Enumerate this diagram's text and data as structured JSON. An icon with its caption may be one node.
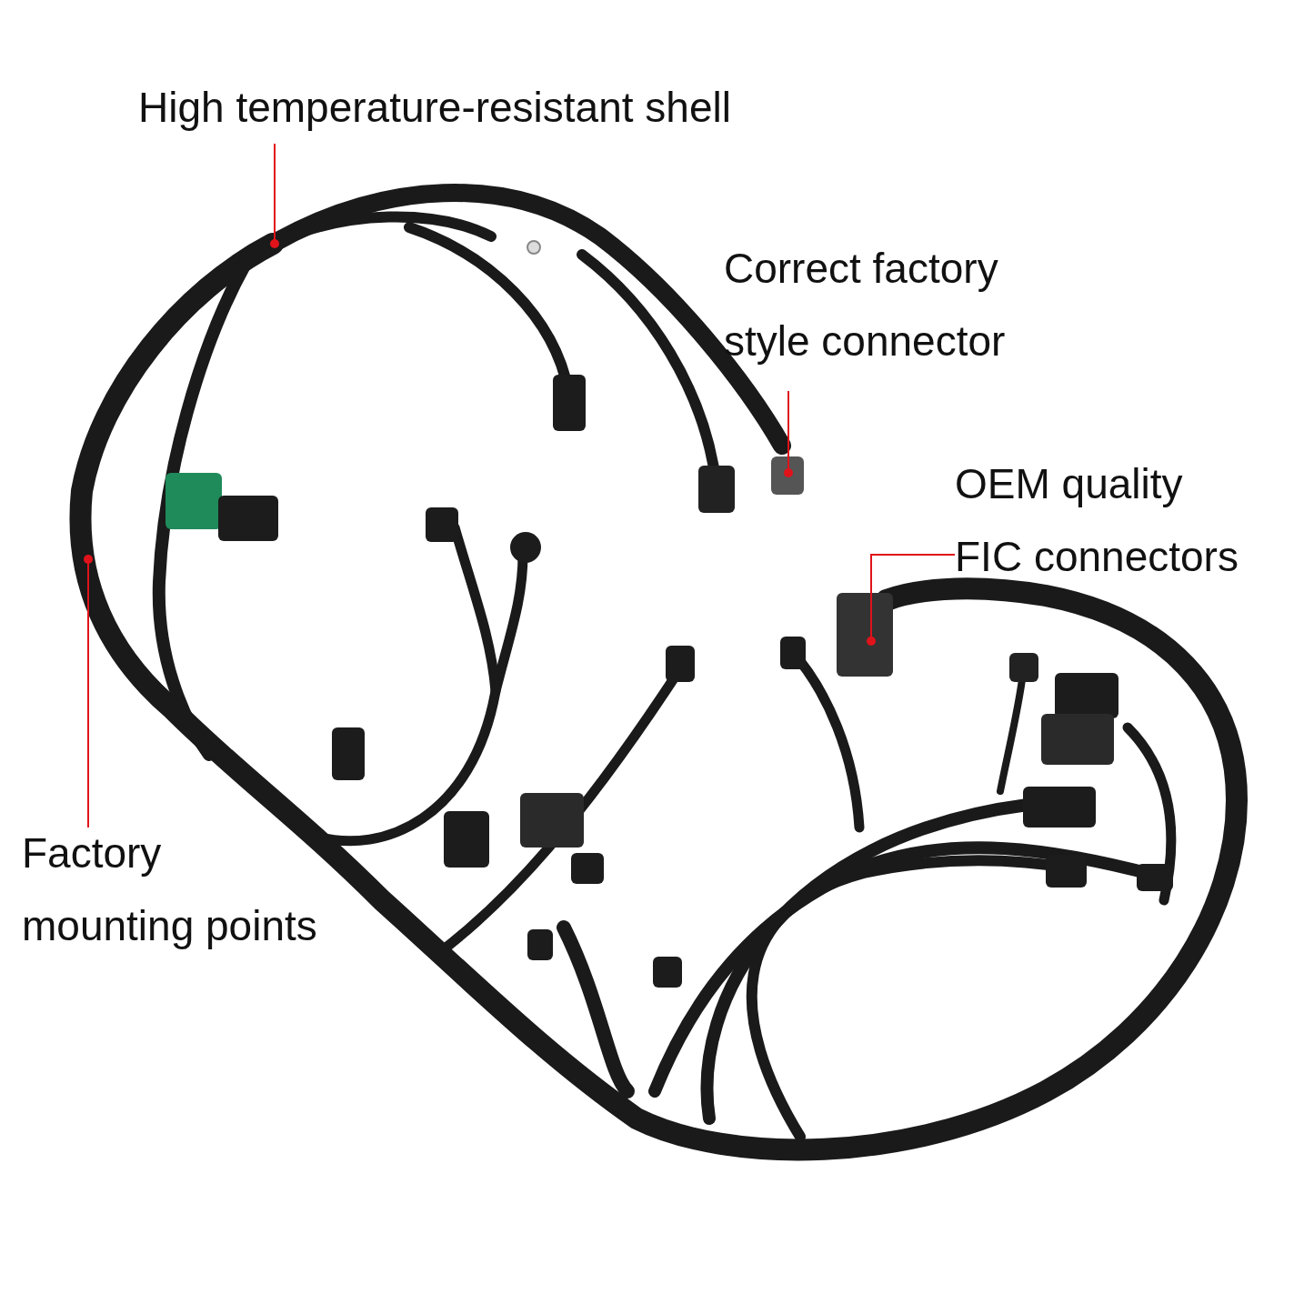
{
  "diagram": {
    "nodes": [
      {
        "text": [
          "High temperature-resistant shell"
        ]
      },
      {
        "text": [
          "Correct factory style connector"
        ]
      },
      {
        "text": [
          "OEM quality FIC connectors"
        ]
      },
      {
        "text": [
          "Factory mounting points"
        ]
      }
    ],
    "edges": [
      {
        "from": 0,
        "to": null,
        "arrow": "other"
      },
      {
        "from": 1,
        "to": null,
        "arrow": "other"
      },
      {
        "from": 2,
        "to": null,
        "arrow": "other"
      },
      {
        "from": 3,
        "to": null,
        "arrow": "other"
      }
    ]
  }
}
